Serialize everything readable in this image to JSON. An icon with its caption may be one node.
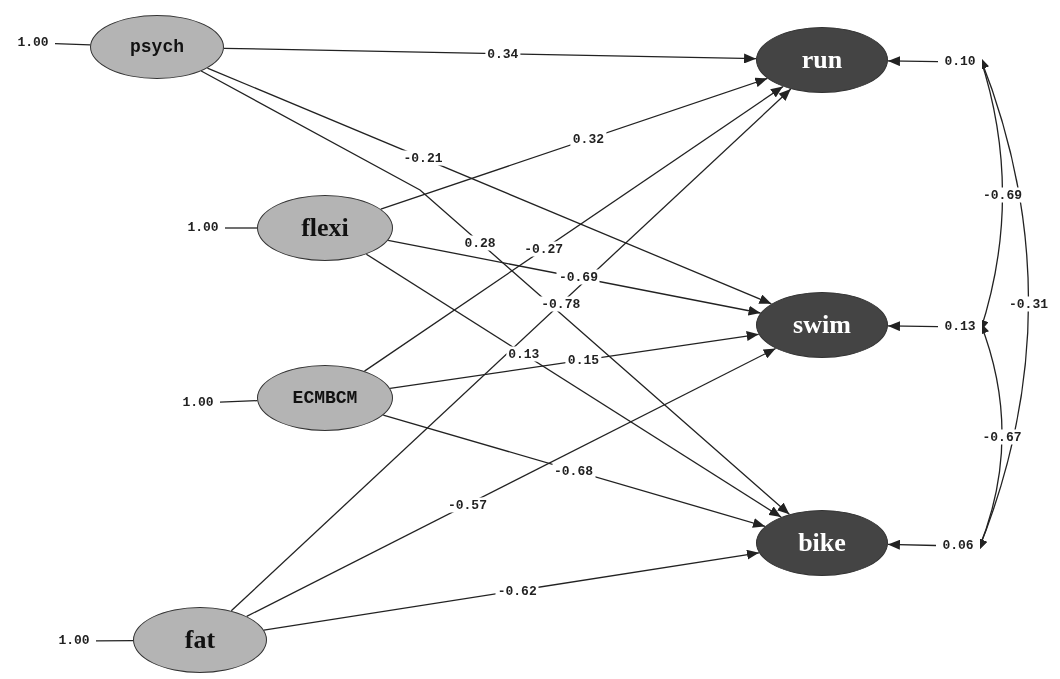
{
  "diagram": {
    "nodes": [
      {
        "text": [
          "psych"
        ]
      },
      {
        "text": [
          "flexi"
        ]
      },
      {
        "text": [
          "ECMBCM"
        ]
      },
      {
        "text": [
          "fat"
        ]
      },
      {
        "text": [
          "run"
        ]
      },
      {
        "text": [
          "swim"
        ]
      },
      {
        "text": [
          "bike"
        ]
      },
      {
        "text": [
          "1.00"
        ]
      },
      {
        "text": [
          "1.00"
        ]
      },
      {
        "text": [
          "1.00"
        ]
      },
      {
        "text": [
          "1.00"
        ]
      },
      {
        "text": [
          "0.10"
        ]
      },
      {
        "text": [
          "0.13"
        ]
      },
      {
        "text": [
          "0.06"
        ]
      }
    ],
    "edges": [
      {
        "from": 7,
        "to": 0,
        "arrow": "none"
      },
      {
        "from": 8,
        "to": 1,
        "arrow": "none"
      },
      {
        "from": 9,
        "to": 2,
        "arrow": "none"
      },
      {
        "from": 10,
        "to": 3,
        "arrow": "none"
      },
      {
        "from": 0,
        "to": 4,
        "arrow": "to",
        "label": "0.34"
      },
      {
        "from": 0,
        "to": 5,
        "arrow": "to",
        "label": "-0.21"
      },
      {
        "from": 0,
        "to": 6,
        "arrow": "to",
        "label": "0.28"
      },
      {
        "from": 1,
        "to": 4,
        "arrow": "to",
        "label": "0.32"
      },
      {
        "from": 1,
        "to": 5,
        "arrow": "to",
        "label": "-0.69"
      },
      {
        "from": 1,
        "to": 6,
        "arrow": "to",
        "label": "0.13"
      },
      {
        "from": 2,
        "to": 4,
        "arrow": "to",
        "label": "-0.27"
      },
      {
        "from": 2,
        "to": 5,
        "arrow": "to",
        "label": "0.15"
      },
      {
        "from": 2,
        "to": 6,
        "arrow": "to",
        "label": "-0.68"
      },
      {
        "from": 3,
        "to": 4,
        "arrow": "to",
        "label": "-0.78"
      },
      {
        "from": 3,
        "to": 5,
        "arrow": "to",
        "label": "-0.57"
      },
      {
        "from": 3,
        "to": 6,
        "arrow": "to",
        "label": "-0.62"
      },
      {
        "from": 11,
        "to": 4,
        "arrow": "to"
      },
      {
        "from": 12,
        "to": 5,
        "arrow": "to"
      },
      {
        "from": 13,
        "to": 6,
        "arrow": "to"
      },
      {
        "from": 11,
        "to": 12,
        "arrow": "both",
        "label": "-0.69"
      },
      {
        "from": 11,
        "to": 13,
        "arrow": "both",
        "label": "-0.31"
      },
      {
        "from": 12,
        "to": 13,
        "arrow": "both",
        "label": "-0.67"
      }
    ]
  }
}
